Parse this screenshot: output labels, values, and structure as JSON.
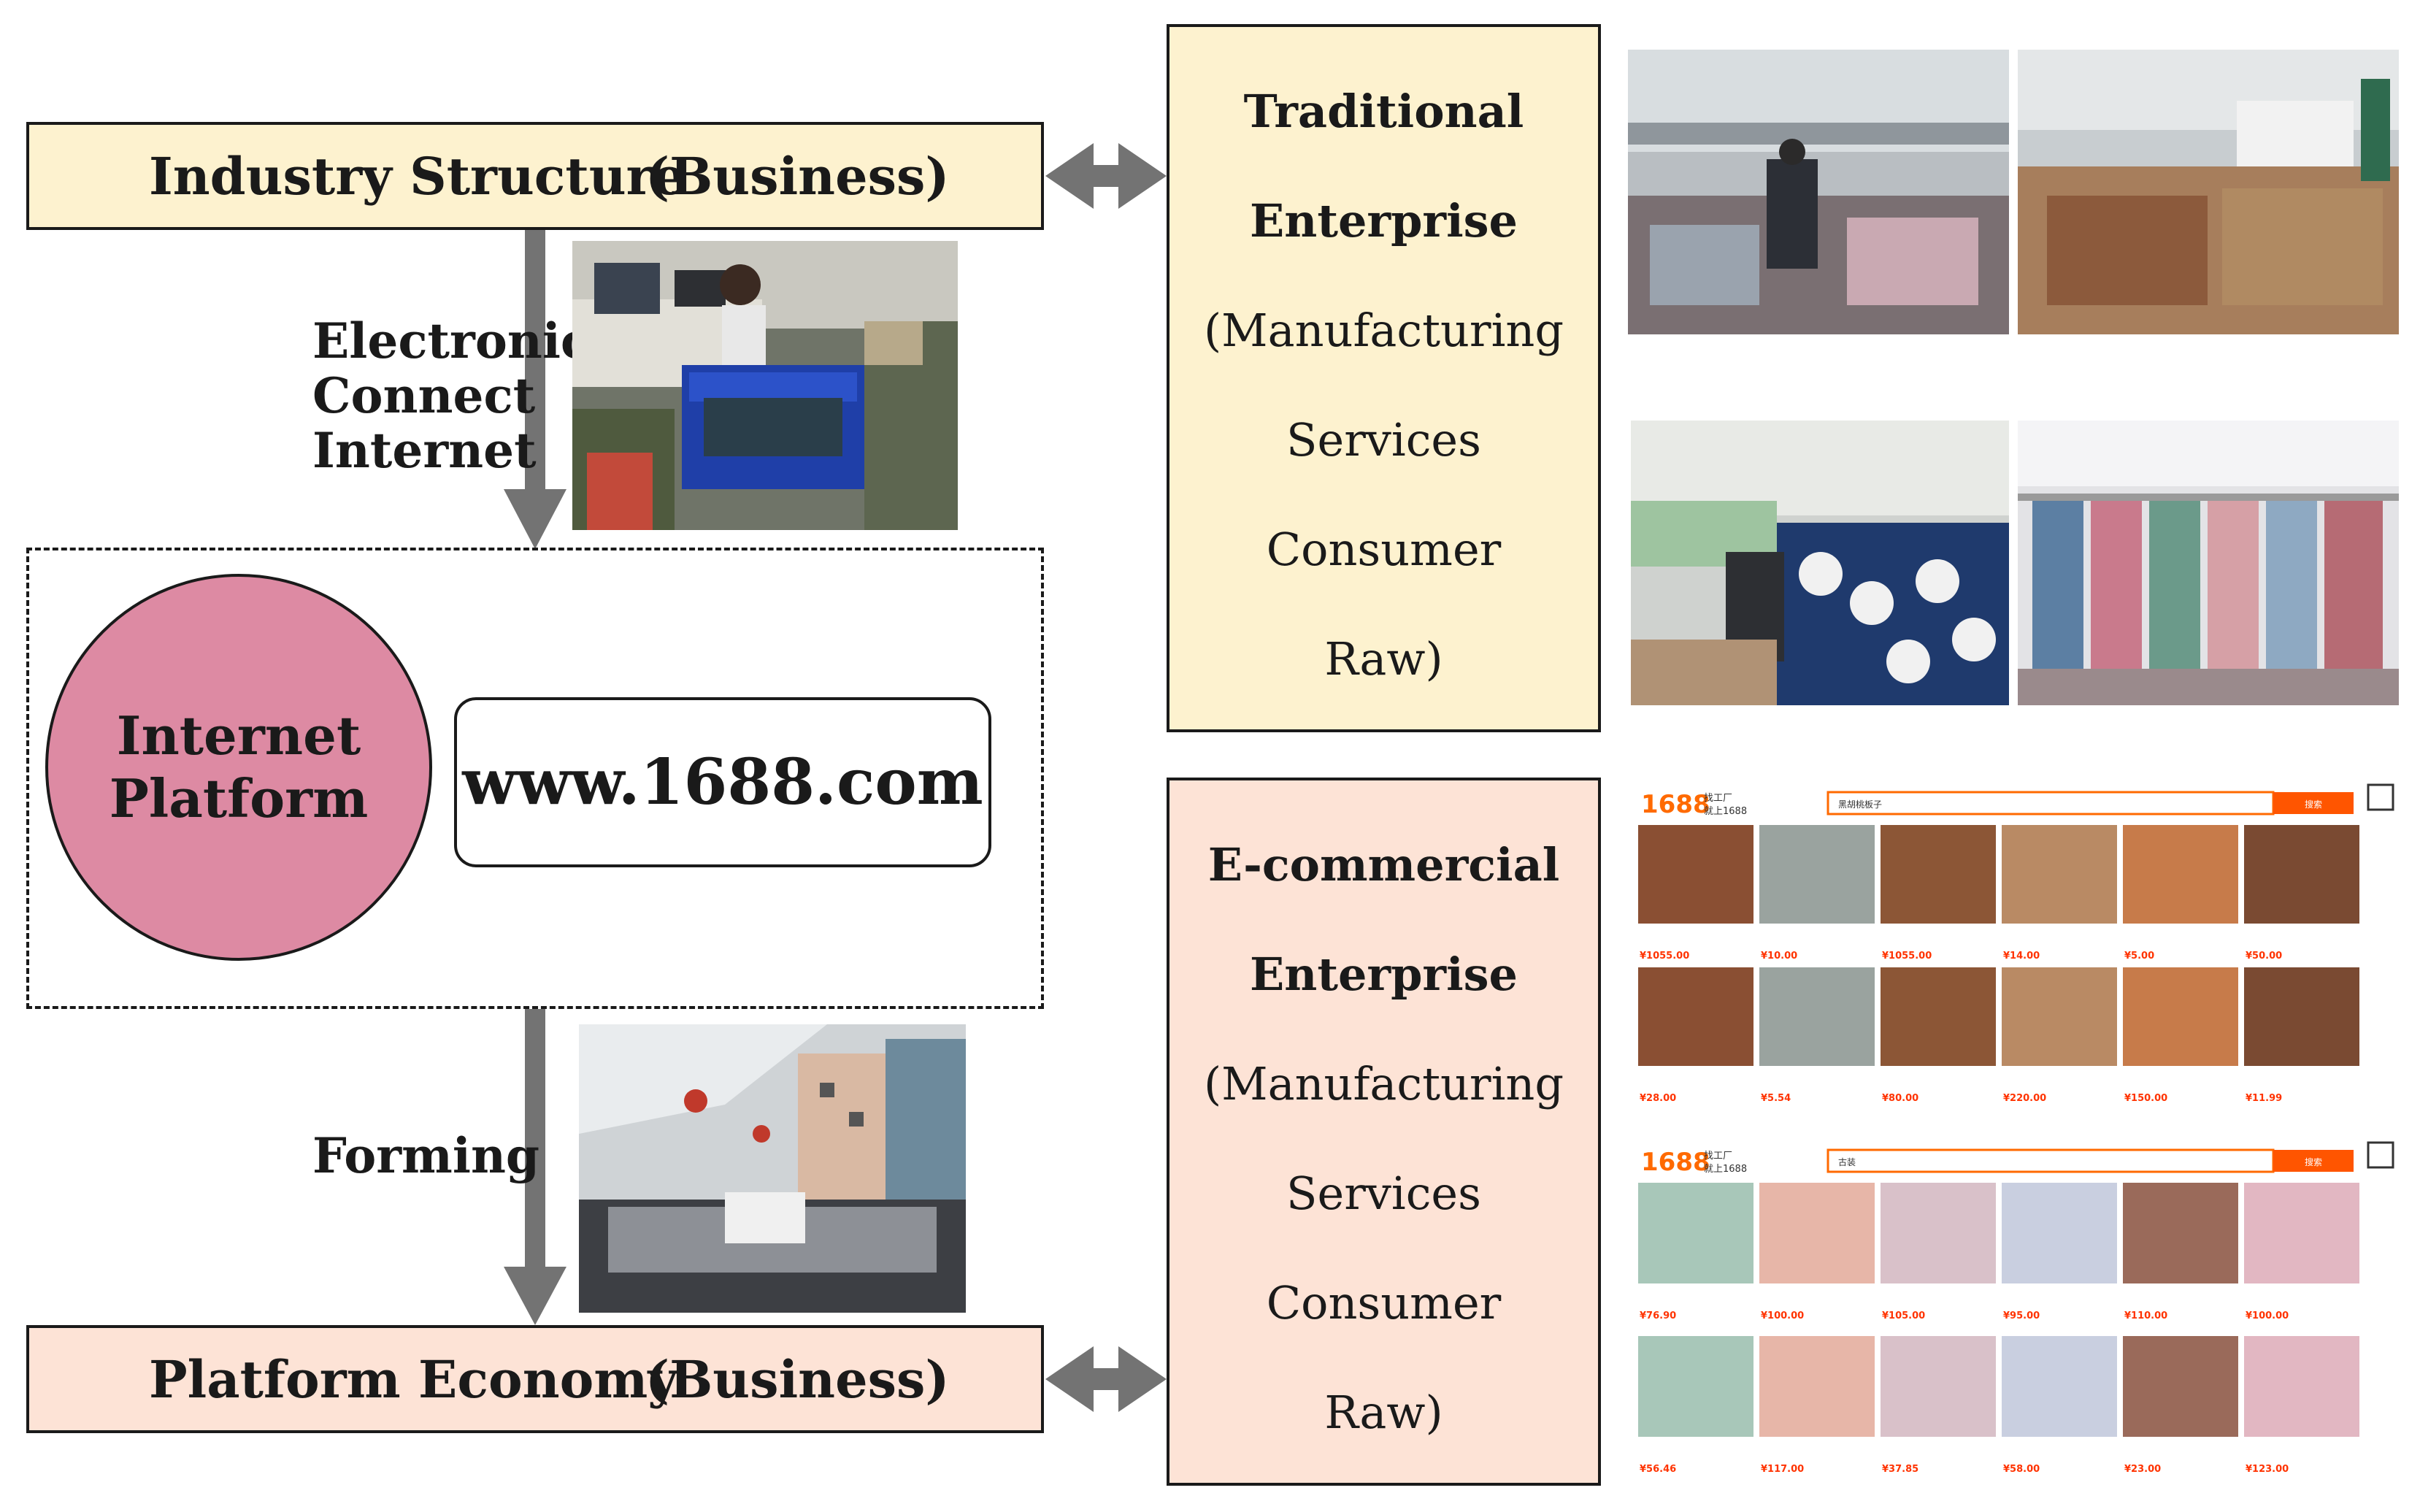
{
  "industry_structure": {
    "name": "Industry Structure",
    "tag": "(Business)"
  },
  "platform_economy": {
    "name": "Platform Economy",
    "tag": "(Business)"
  },
  "arrow_top_label": [
    "Electronic",
    "Connect",
    "Internet"
  ],
  "arrow_bottom_label": "Forming",
  "internet_platform": [
    "Internet",
    "Platform"
  ],
  "website": "www.1688.com",
  "traditional_enterprise": [
    "Traditional",
    "Enterprise",
    "(Manufacturing",
    "Services",
    "Consumer",
    "Raw)"
  ],
  "ecommercial_enterprise": [
    "E-commercial",
    "Enterprise",
    "(Manufacturing",
    "Services",
    "Consumer",
    "Raw)"
  ],
  "shop1": {
    "logo": "1688",
    "sub1": "找工厂",
    "sub2": "就上1688",
    "query": "黑胡桃板子",
    "button": "搜索",
    "prices": [
      "¥1055.00",
      "¥10.00",
      "¥1055.00",
      "¥14.00",
      "¥5.00",
      "¥50.00",
      "¥28.00",
      "¥5.54",
      "¥80.00",
      "¥220.00",
      "¥150.00",
      "¥11.99"
    ]
  },
  "shop2": {
    "logo": "1688",
    "sub1": "找工厂",
    "sub2": "就上1688",
    "query": "古装",
    "button": "搜索",
    "prices": [
      "¥76.90",
      "¥100.00",
      "¥105.00",
      "¥95.00",
      "¥110.00",
      "¥100.00",
      "¥56.46",
      "¥117.00",
      "¥37.85",
      "¥58.00",
      "¥23.00",
      "¥123.00"
    ]
  },
  "colors": {
    "arrow": "#737373",
    "top_fill": "#fdf2cf",
    "bottom_fill": "#fde3d6",
    "circle": "#dd8aa3",
    "brand": "#ff6a00"
  }
}
